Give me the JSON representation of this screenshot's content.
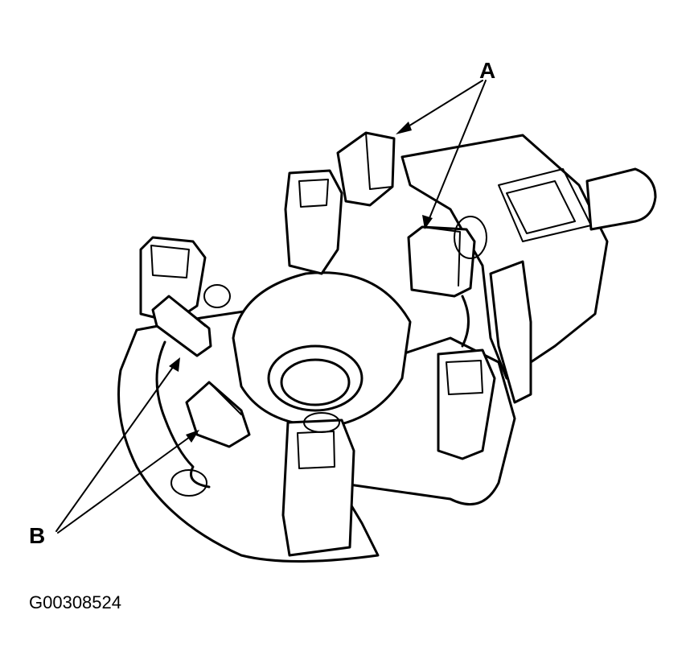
{
  "callouts": {
    "a": "A",
    "b": "B"
  },
  "figure_id": "G00308524"
}
